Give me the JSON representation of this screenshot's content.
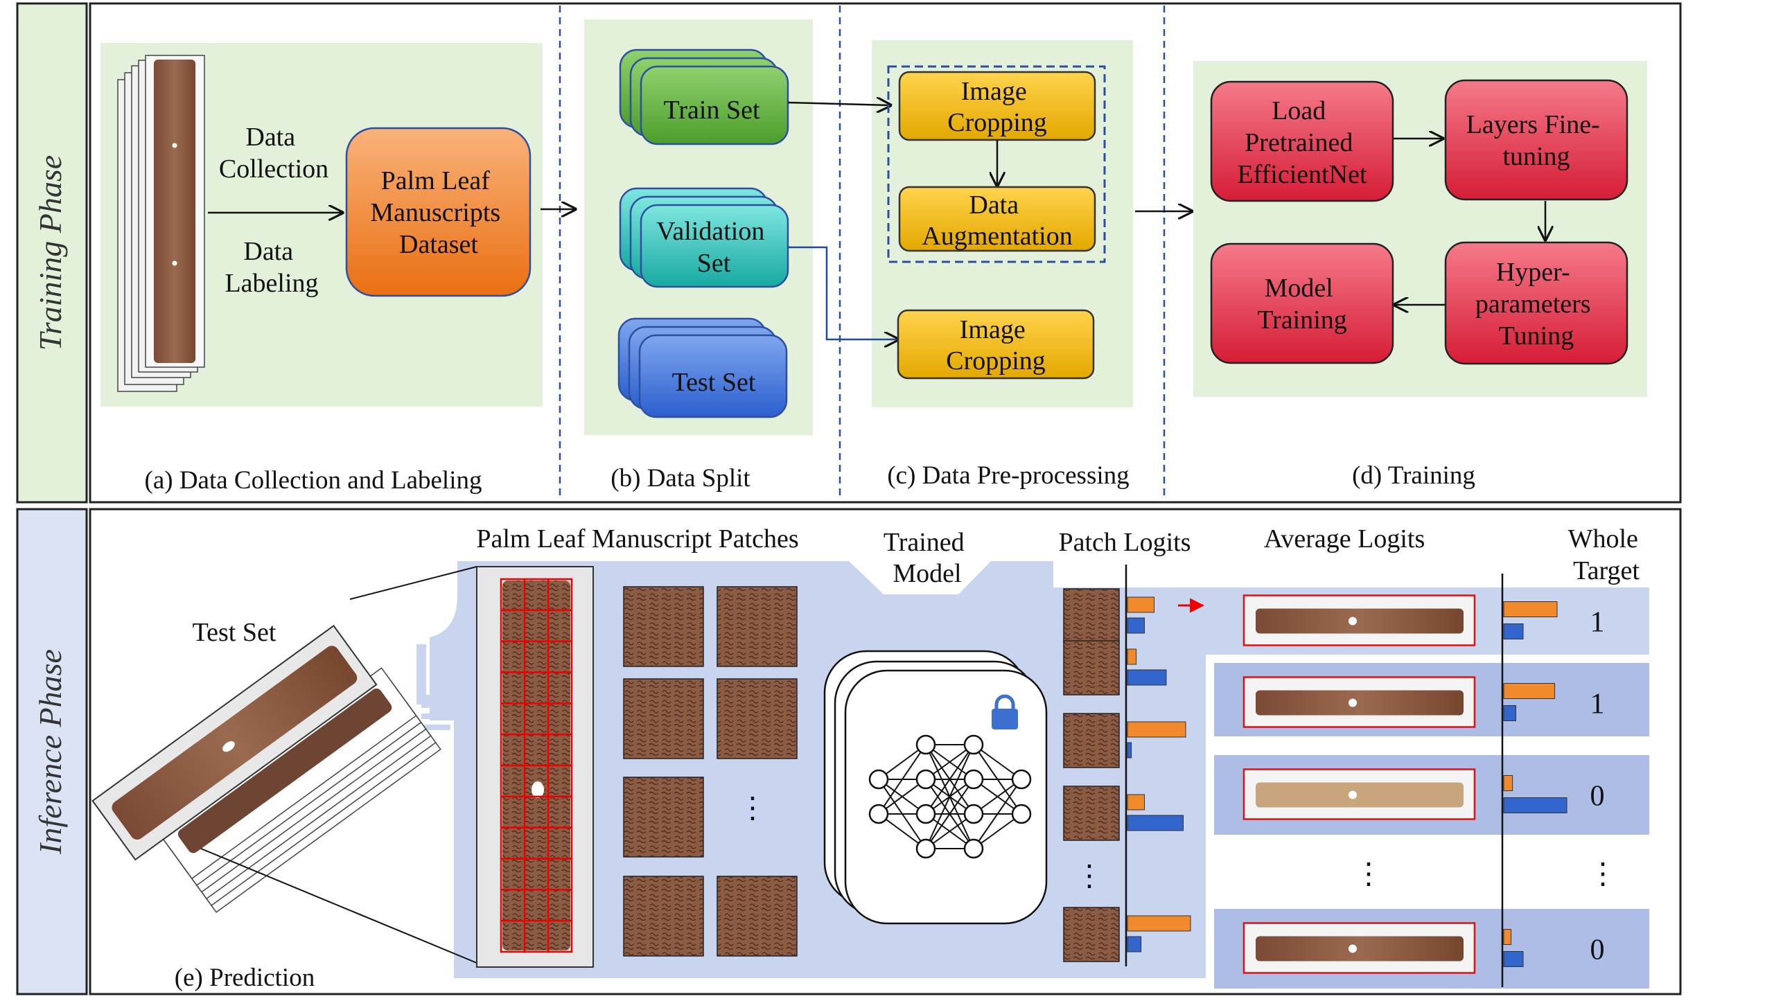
{
  "training": {
    "phase_label": "Training Phase",
    "a": {
      "caption": "(a) Data Collection and Labeling",
      "arrow_top": [
        "Data",
        "Collection"
      ],
      "arrow_bottom": [
        "Data",
        "Labeling"
      ],
      "dataset": [
        "Palm Leaf",
        "Manuscripts",
        "Dataset"
      ]
    },
    "b": {
      "caption": "(b) Data Split",
      "train": [
        "Train Set"
      ],
      "validation": [
        "Validation",
        "Set"
      ],
      "test": [
        "Test Set"
      ]
    },
    "c": {
      "caption": "(c) Data Pre-processing",
      "crop1": [
        "Image",
        "Cropping"
      ],
      "augment": [
        "Data",
        "Augmentation"
      ],
      "crop2": [
        "Image",
        "Cropping"
      ]
    },
    "d": {
      "caption": "(d) Training",
      "load": [
        "Load",
        "Pretrained",
        "EfficientNet"
      ],
      "finetune": [
        "Layers Fine-",
        "tuning"
      ],
      "hyper": [
        "Hyper-",
        "parameters",
        "Tuning"
      ],
      "model": [
        "Model",
        "Training"
      ]
    }
  },
  "inference": {
    "phase_label": "Inference Phase",
    "caption": "(e) Prediction",
    "test_set": "Test Set",
    "patches_title": "Palm Leaf Manuscript Patches",
    "model_title": [
      "Trained",
      "Model"
    ],
    "patch_logits_title": "Patch Logits",
    "average_logits_title": "Average Logits",
    "target_title": [
      "Whole",
      "Target"
    ],
    "ellipsis": "⋮",
    "lock_icon": "lock-icon",
    "patch_logits": [
      {
        "a": 0.55,
        "b": 0.35
      },
      {
        "a": 0.18,
        "b": 0.8
      },
      {
        "a": 1.2,
        "b": 0.08
      },
      {
        "a": 0.35,
        "b": 1.15
      },
      {
        "a": 1.3,
        "b": 0.28
      }
    ],
    "rows": [
      {
        "target": "1",
        "logit_a": 1.1,
        "logit_b": 0.4
      },
      {
        "target": "1",
        "logit_a": 1.05,
        "logit_b": 0.25
      },
      {
        "target": "0",
        "logit_a": 0.18,
        "logit_b": 1.3
      },
      {
        "target": "0",
        "logit_a": 0.15,
        "logit_b": 0.4
      }
    ]
  },
  "colors": {
    "green_panel": "#e3f0da",
    "blue_panel": "#c9d4ef",
    "blue_dark": "#aebde6",
    "orange_box": "#f07f23",
    "gold_box": "#f2b700",
    "red_box": "#e23047",
    "bar_orange": "#f08a2c",
    "bar_blue": "#3366cc",
    "leaf": "#8a5a43"
  }
}
